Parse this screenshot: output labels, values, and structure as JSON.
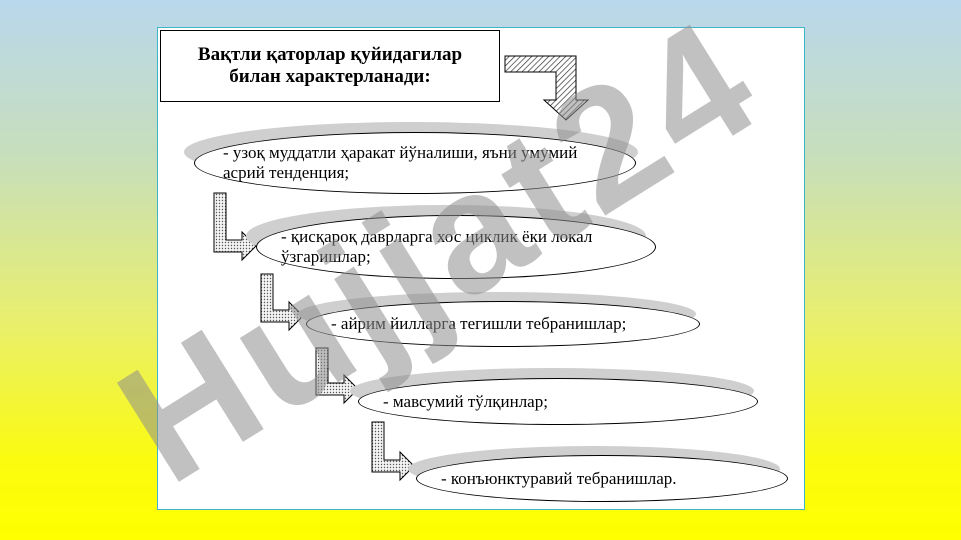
{
  "diagram": {
    "title_lines": [
      "Вақтли қаторлар қуйидагилар",
      "билан характерланади:"
    ],
    "items": [
      {
        "line1": "- узоқ муддатли ҳаракат йўналиши, яъни умумий",
        "line2": "асрий тенденция;"
      },
      {
        "line1": "- қисқароқ даврларга хос циклик ёки локал",
        "line2": "ўзгаришлар;"
      },
      {
        "line1": "- айрим йилларга тегишли тебранишлар;",
        "line2": ""
      },
      {
        "line1": "- мавсумий тўлқинлар;",
        "line2": ""
      },
      {
        "line1": "- конъюнктуравий тебранишлар.",
        "line2": ""
      }
    ]
  },
  "watermark": {
    "text": "Hujjat24",
    "color": "#8f8f8f",
    "accent_color": "#a98ee6"
  },
  "colors": {
    "card_border": "#3fb6c8",
    "arrow_fill": "#d9d9d9"
  }
}
